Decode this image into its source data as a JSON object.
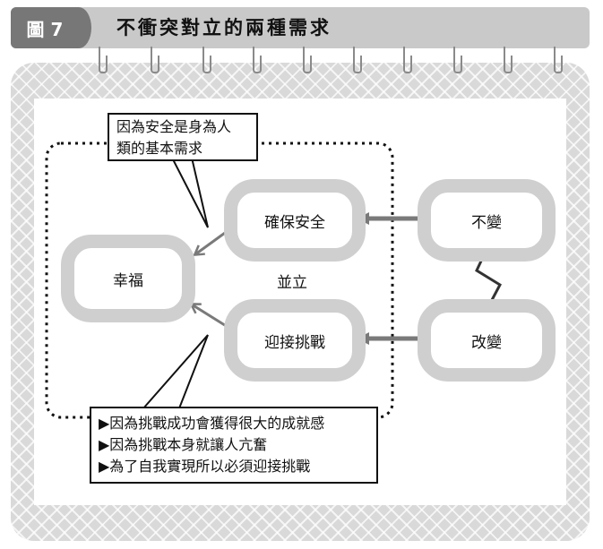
{
  "figure": {
    "badge": "圖 7",
    "title": "不衝突對立的兩種需求"
  },
  "nodes": {
    "happiness": "幸福",
    "security": "確保安全",
    "challenge": "迎接挑戰",
    "unchanged": "不變",
    "change": "改變"
  },
  "labels": {
    "coexist": "並立"
  },
  "callouts": {
    "top": {
      "lines": [
        "因為安全是身為人",
        "類的基本需求"
      ]
    },
    "bottom": {
      "lines": [
        "▶因為挑戰成功會獲得很大的成就感",
        "▶因為挑戰本身就讓人亢奮",
        "▶為了自我實現所以必須迎接挑戰"
      ]
    }
  },
  "colors": {
    "box_border": "#cfcfcf",
    "arrow": "#7a7a7a",
    "header": "#c9c9c9",
    "badge": "#777777"
  }
}
